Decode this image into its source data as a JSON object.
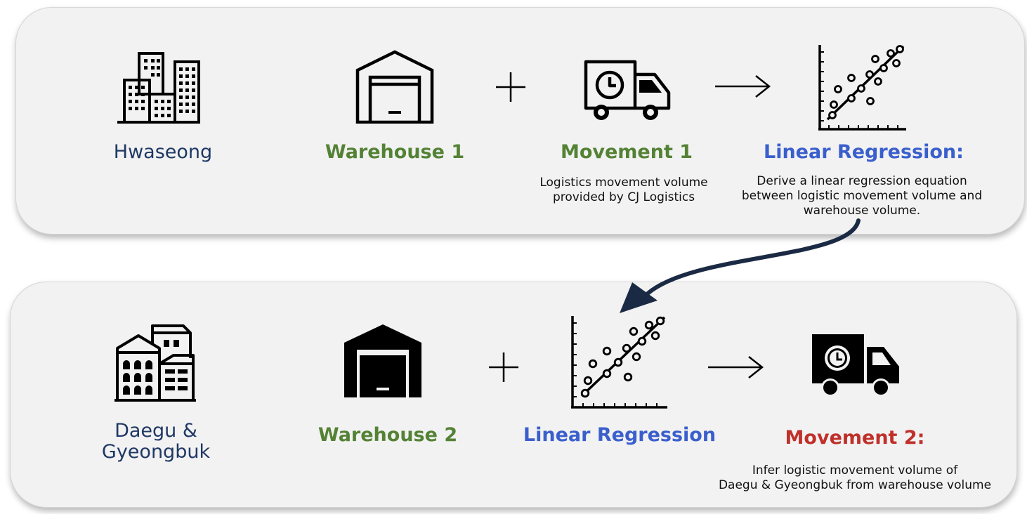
{
  "top_row": {
    "city_label": "Hwaseong",
    "warehouse_label": "Warehouse 1",
    "movement_label": "Movement 1",
    "movement_desc": [
      "Logistics movement volume",
      "provided by CJ Logistics"
    ],
    "regression_label": "Linear Regression:",
    "regression_desc": [
      "Derive a linear regression equation",
      "between logistic movement volume and",
      "warehouse volume."
    ],
    "icons": [
      "city-buildings-icon",
      "warehouse-outline-icon",
      "plus-icon",
      "delivery-truck-outline-icon",
      "arrow-right-icon",
      "scatter-regression-icon"
    ]
  },
  "bottom_row": {
    "city_label": [
      "Daegu &",
      "Gyeongbuk"
    ],
    "warehouse_label": "Warehouse 2",
    "regression_label": "Linear Regression",
    "movement_label": "Movement 2:",
    "movement_desc": [
      "Infer logistic movement volume of",
      "Daegu & Gyeongbuk from warehouse volume"
    ],
    "icons": [
      "city-buildings-icon",
      "warehouse-filled-icon",
      "plus-icon",
      "scatter-regression-icon",
      "arrow-right-icon",
      "delivery-truck-filled-icon"
    ]
  },
  "colors": {
    "panel_bg": "#f2f2f2",
    "city_text": "#1f3864",
    "warehouse_text": "#548235",
    "regression_text": "#3a5fcd",
    "movement2_text": "#c0302a",
    "connector_arrow": "#1b2a44"
  }
}
